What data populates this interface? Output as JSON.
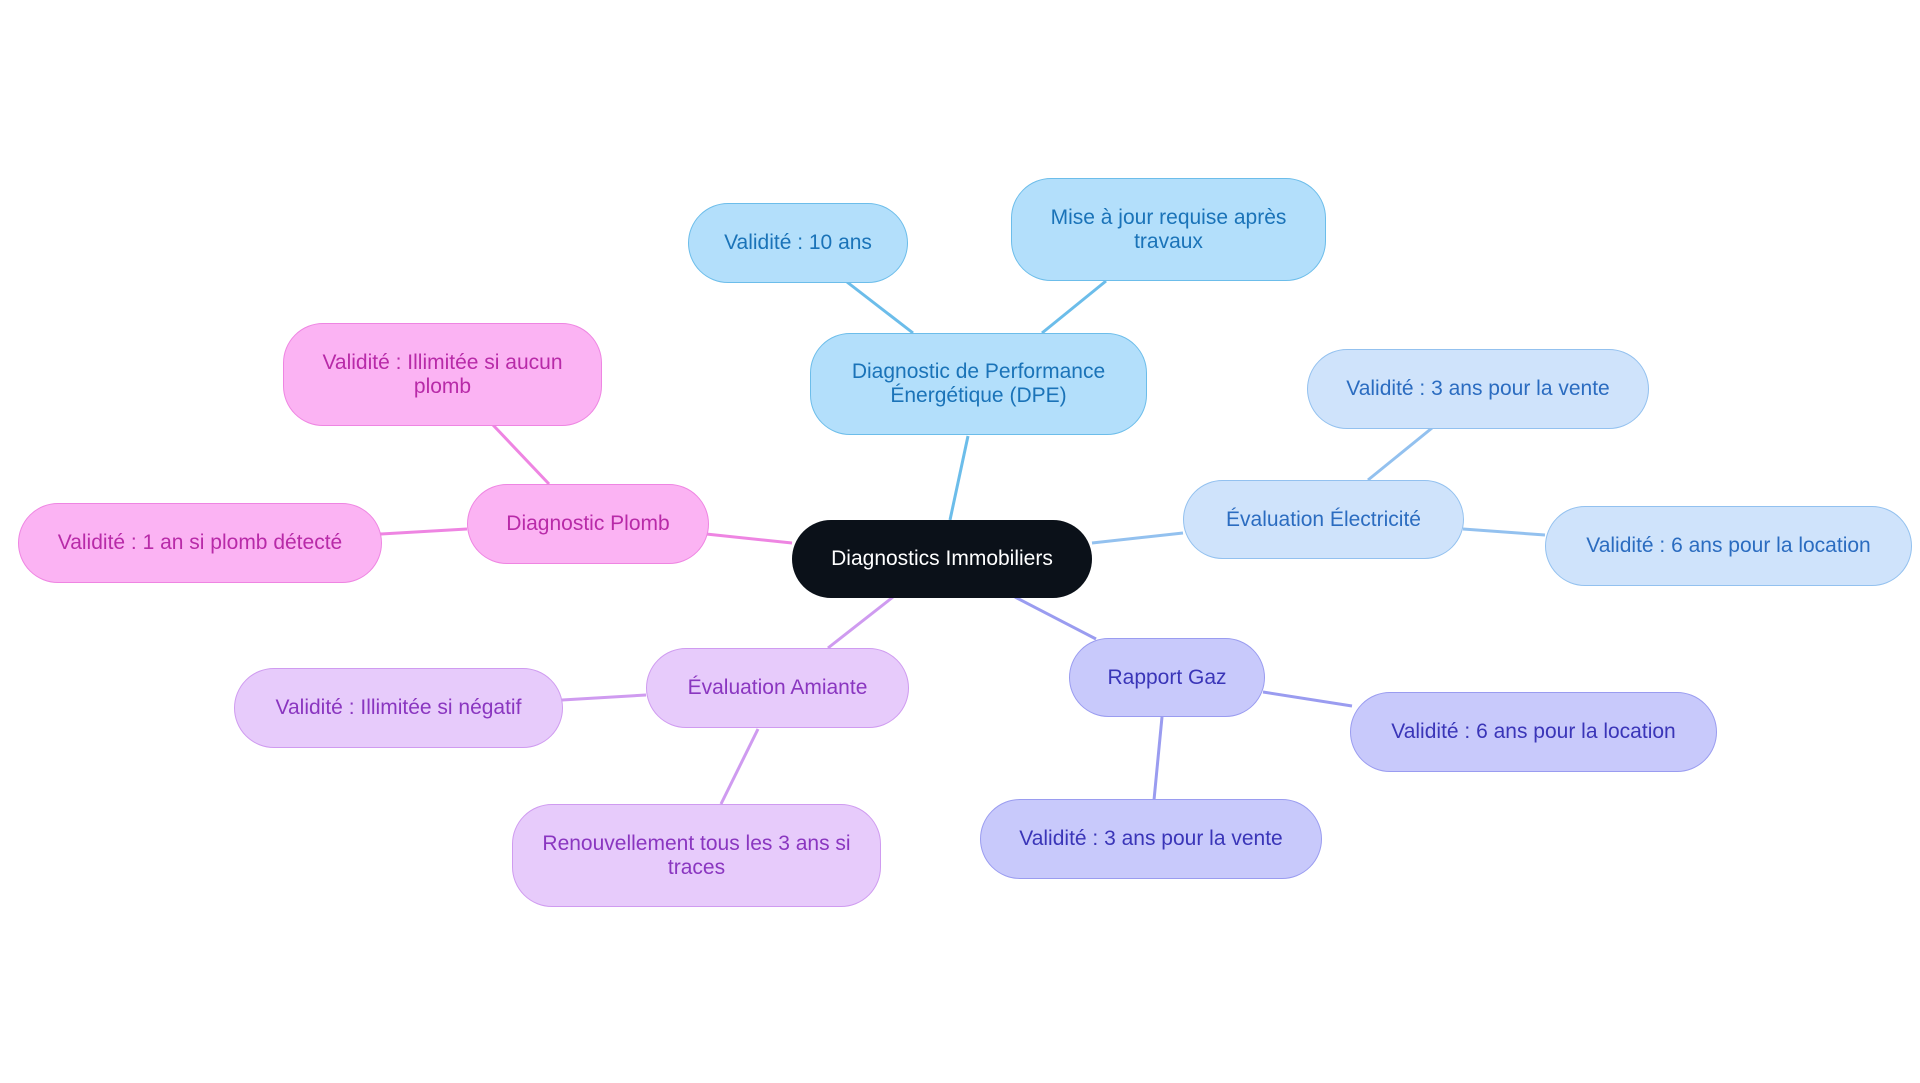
{
  "root": {
    "label": "Diagnostics Immobiliers"
  },
  "branches": {
    "dpe": {
      "label": "Diagnostic de Performance Énergétique (DPE)",
      "children": [
        "Validité : 10 ans",
        "Mise à jour requise après travaux"
      ],
      "color": "#6cbdea"
    },
    "electricite": {
      "label": "Évaluation Électricité",
      "children": [
        "Validité : 3 ans pour la vente",
        "Validité : 6 ans pour la location"
      ],
      "color": "#93c1ef"
    },
    "gaz": {
      "label": "Rapport Gaz",
      "children": [
        "Validité : 6 ans pour la location",
        "Validité : 3 ans pour la vente"
      ],
      "color": "#9a9cf0"
    },
    "amiante": {
      "label": "Évaluation Amiante",
      "children": [
        "Validité : Illimitée si négatif",
        "Renouvellement tous les 3 ans si traces"
      ],
      "color": "#cf9bf0"
    },
    "plomb": {
      "label": "Diagnostic Plomb",
      "children": [
        "Validité : Illimitée si aucun plomb",
        "Validité : 1 an si plomb détecté"
      ],
      "color": "#ee85e2"
    }
  }
}
